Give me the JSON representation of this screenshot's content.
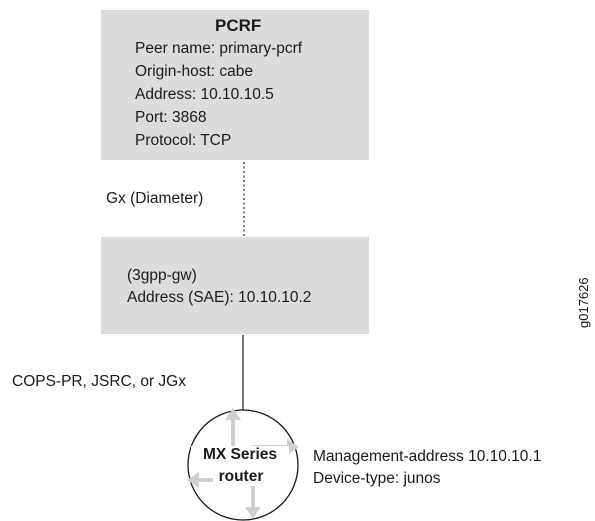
{
  "pcrf": {
    "title": "PCRF",
    "lines": [
      "Peer name: primary-pcrf",
      "Origin-host: cabe",
      "Address: 10.10.10.5",
      "Port: 3868",
      "Protocol: TCP"
    ]
  },
  "gx_link": {
    "label": "Gx (Diameter)"
  },
  "gateway": {
    "lines": [
      "(3gpp-gw)",
      "Address (SAE): 10.10.10.2"
    ]
  },
  "router_link": {
    "label": "COPS-PR, JSRC, or JGx"
  },
  "router": {
    "label_line1": "MX Series",
    "label_line2": "router",
    "details": [
      "Management-address 10.10.10.1",
      "Device-type:  junos"
    ]
  },
  "figure_id": "g017626",
  "colors": {
    "box_fill": "#dcdcdc",
    "arrow_fill": "#cfcfcf",
    "line": "#1a1a1a"
  }
}
